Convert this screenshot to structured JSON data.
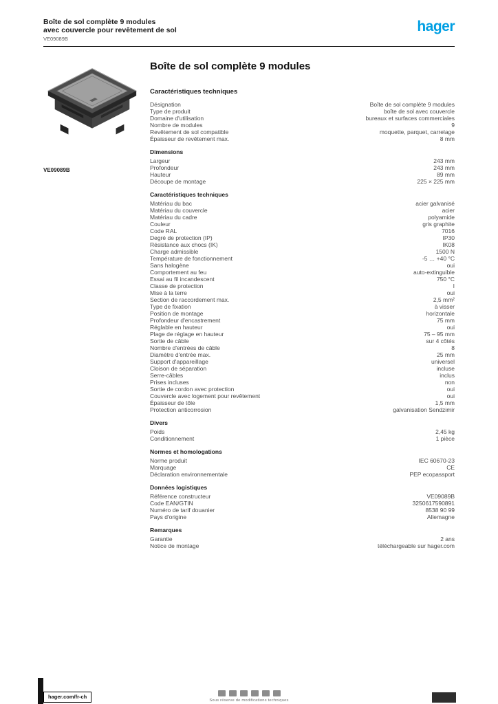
{
  "header": {
    "line1": "Boîte de sol complète 9 modules",
    "line2": "avec couvercle pour revêtement de sol",
    "line3": "VE09089B",
    "logo_text": "hager"
  },
  "product_image": {
    "caption": "VE09089B"
  },
  "main": {
    "title": "Boîte de sol complète 9 modules",
    "subtitle": "Caractéristiques techniques"
  },
  "specs": {
    "groups": [
      {
        "heading": "",
        "rows": [
          {
            "label": "Désignation",
            "value": "Boîte de sol complète 9 modules"
          },
          {
            "label": "Type de produit",
            "value": "boîte de sol avec couvercle"
          },
          {
            "label": "Domaine d'utilisation",
            "value": "bureaux et surfaces commerciales"
          },
          {
            "label": "Nombre de modules",
            "value": "9"
          },
          {
            "label": "Revêtement de sol compatible",
            "value": "moquette, parquet, carrelage"
          },
          {
            "label": "Épaisseur de revêtement max.",
            "value": "8 mm"
          }
        ]
      },
      {
        "heading": "Dimensions",
        "rows": [
          {
            "label": "Largeur",
            "value": "243 mm"
          },
          {
            "label": "Profondeur",
            "value": "243 mm"
          },
          {
            "label": "Hauteur",
            "value": "89 mm"
          },
          {
            "label": "Découpe de montage",
            "value": "225 × 225 mm"
          }
        ]
      },
      {
        "heading": "Caractéristiques techniques",
        "rows": [
          {
            "label": "Matériau du bac",
            "value": "acier galvanisé"
          },
          {
            "label": "Matériau du couvercle",
            "value": "acier"
          },
          {
            "label": "Matériau du cadre",
            "value": "polyamide"
          },
          {
            "label": "Couleur",
            "value": "gris graphite"
          },
          {
            "label": "Code RAL",
            "value": "7016"
          },
          {
            "label": "Degré de protection (IP)",
            "value": "IP30"
          },
          {
            "label": "Résistance aux chocs (IK)",
            "value": "IK08"
          },
          {
            "label": "Charge admissible",
            "value": "1500 N"
          },
          {
            "label": "Température de fonctionnement",
            "value": "-5 … +40 °C"
          },
          {
            "label": "Sans halogène",
            "value": "oui"
          },
          {
            "label": "Comportement au feu",
            "value": "auto-extinguible"
          },
          {
            "label": "Essai au fil incandescent",
            "value": "750 °C"
          },
          {
            "label": "Classe de protection",
            "value": "I"
          },
          {
            "label": "Mise à la terre",
            "value": "oui"
          },
          {
            "label": "Section de raccordement max.",
            "value": "2,5 mm²"
          },
          {
            "label": "Type de fixation",
            "value": "à visser"
          },
          {
            "label": "Position de montage",
            "value": "horizontale"
          },
          {
            "label": "Profondeur d'encastrement",
            "value": "75 mm"
          },
          {
            "label": "Réglable en hauteur",
            "value": "oui"
          },
          {
            "label": "Plage de réglage en hauteur",
            "value": "75 – 95 mm"
          },
          {
            "label": "Sortie de câble",
            "value": "sur 4 côtés"
          },
          {
            "label": "Nombre d'entrées de câble",
            "value": "8"
          },
          {
            "label": "Diamètre d'entrée max.",
            "value": "25 mm"
          },
          {
            "label": "Support d'appareillage",
            "value": "universel"
          },
          {
            "label": "Cloison de séparation",
            "value": "incluse"
          },
          {
            "label": "Serre-câbles",
            "value": "inclus"
          },
          {
            "label": "Prises incluses",
            "value": "non"
          },
          {
            "label": "Sortie de cordon avec protection",
            "value": "oui"
          },
          {
            "label": "Couvercle avec logement pour revêtement",
            "value": "oui"
          },
          {
            "label": "Épaisseur de tôle",
            "value": "1,5 mm"
          },
          {
            "label": "Protection anticorrosion",
            "value": "galvanisation Sendzimir"
          }
        ]
      },
      {
        "heading": "Divers",
        "rows": [
          {
            "label": "Poids",
            "value": "2,45 kg"
          },
          {
            "label": "Conditionnement",
            "value": "1 pièce"
          }
        ]
      },
      {
        "heading": "Normes et homologations",
        "rows": [
          {
            "label": "Norme produit",
            "value": "IEC 60670-23"
          },
          {
            "label": "Marquage",
            "value": "CE"
          },
          {
            "label": "Déclaration environnementale",
            "value": "PEP ecopassport"
          }
        ]
      },
      {
        "heading": "Données logistiques",
        "rows": [
          {
            "label": "Référence constructeur",
            "value": "VE09089B"
          },
          {
            "label": "Code EAN/GTIN",
            "value": "3250617590891"
          },
          {
            "label": "Numéro de tarif douanier",
            "value": "8538 90 99"
          },
          {
            "label": "Pays d'origine",
            "value": "Allemagne"
          }
        ]
      },
      {
        "heading": "Remarques",
        "rows": [
          {
            "label": "Garantie",
            "value": "2 ans"
          },
          {
            "label": "Notice de montage",
            "value": "téléchargeable sur hager.com"
          }
        ]
      }
    ]
  },
  "footer": {
    "website": "hager.com/fr-ch",
    "caption": "Sous réserve de modifications techniques",
    "badge_count": 6
  }
}
